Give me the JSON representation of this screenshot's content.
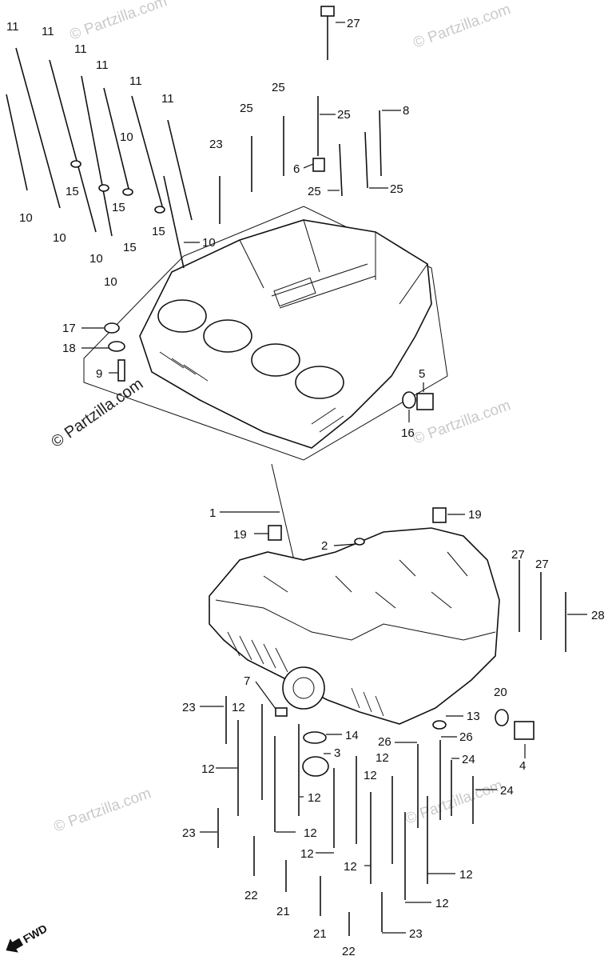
{
  "callouts": {
    "c1": "1",
    "c2": "2",
    "c3": "3",
    "c4": "4",
    "c5": "5",
    "c6": "6",
    "c7": "7",
    "c8": "8",
    "c9": "9",
    "c10": "10",
    "c11": "11",
    "c12": "12",
    "c13": "13",
    "c14": "14",
    "c15": "15",
    "c16": "16",
    "c17": "17",
    "c18": "18",
    "c19": "19",
    "c20": "20",
    "c21": "21",
    "c22": "22",
    "c23": "23",
    "c24": "24",
    "c25": "25",
    "c26": "26",
    "c27": "27",
    "c28": "28"
  },
  "watermark": {
    "text": "© Partzilla.com",
    "short": "Partzilla.com"
  },
  "direction": {
    "label": "FWD"
  },
  "colors": {
    "ink": "#111111",
    "watermark": "#c9c9c9",
    "paper": "#ffffff"
  }
}
